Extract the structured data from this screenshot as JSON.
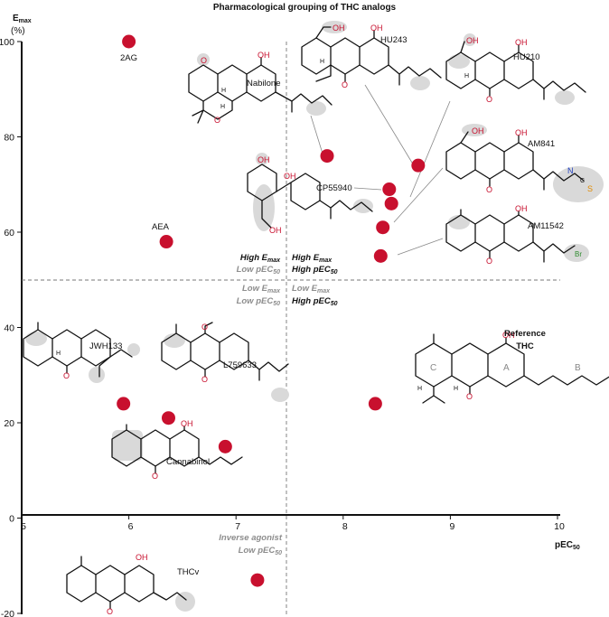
{
  "chart_data": {
    "type": "scatter",
    "title": "Pharmacological grouping of THC analogs",
    "xlabel": "pEC50",
    "ylabel": "Emax (%)",
    "xlim": [
      5,
      10
    ],
    "ylim": [
      -20,
      100
    ],
    "x_ticks": [
      "5",
      "6",
      "7",
      "8",
      "9",
      "10"
    ],
    "y_ticks": [
      "-20",
      "0",
      "20",
      "40",
      "60",
      "80",
      "100"
    ],
    "thresholds": {
      "x": 7.5,
      "y": 50
    },
    "point_color": "#c8102e",
    "points": [
      {
        "name": "2AG",
        "x": 6.0,
        "y": 100
      },
      {
        "name": "Nabilone",
        "x": 7.85,
        "y": 76
      },
      {
        "name": "HU243",
        "x": 8.7,
        "y": 74
      },
      {
        "name": "HU210",
        "x": 8.45,
        "y": 66
      },
      {
        "name": "CP55940",
        "x": 8.43,
        "y": 69
      },
      {
        "name": "AM841",
        "x": 8.37,
        "y": 61
      },
      {
        "name": "AM11542",
        "x": 8.35,
        "y": 55
      },
      {
        "name": "AEA",
        "x": 6.35,
        "y": 58
      },
      {
        "name": "JWH133",
        "x": 5.95,
        "y": 24
      },
      {
        "name": "L759633",
        "x": 6.37,
        "y": 21
      },
      {
        "name": "Cannabinol",
        "x": 6.9,
        "y": 15
      },
      {
        "name": "THC",
        "x": 8.3,
        "y": 24
      },
      {
        "name": "THCv",
        "x": 7.2,
        "y": -13
      }
    ],
    "quadrant_labels": [
      {
        "lines": [
          "High Emax",
          "Low pEC50"
        ]
      },
      {
        "lines": [
          "High Emax",
          "High pEC50"
        ]
      },
      {
        "lines": [
          "Low Emax",
          "Low pEC50"
        ]
      },
      {
        "lines": [
          "Low Emax",
          "High pEC50"
        ]
      },
      {
        "lines": [
          "Inverse agonist",
          "Low pEC50"
        ]
      }
    ],
    "reference_label": [
      "Reference",
      "THC"
    ],
    "grid": false
  }
}
